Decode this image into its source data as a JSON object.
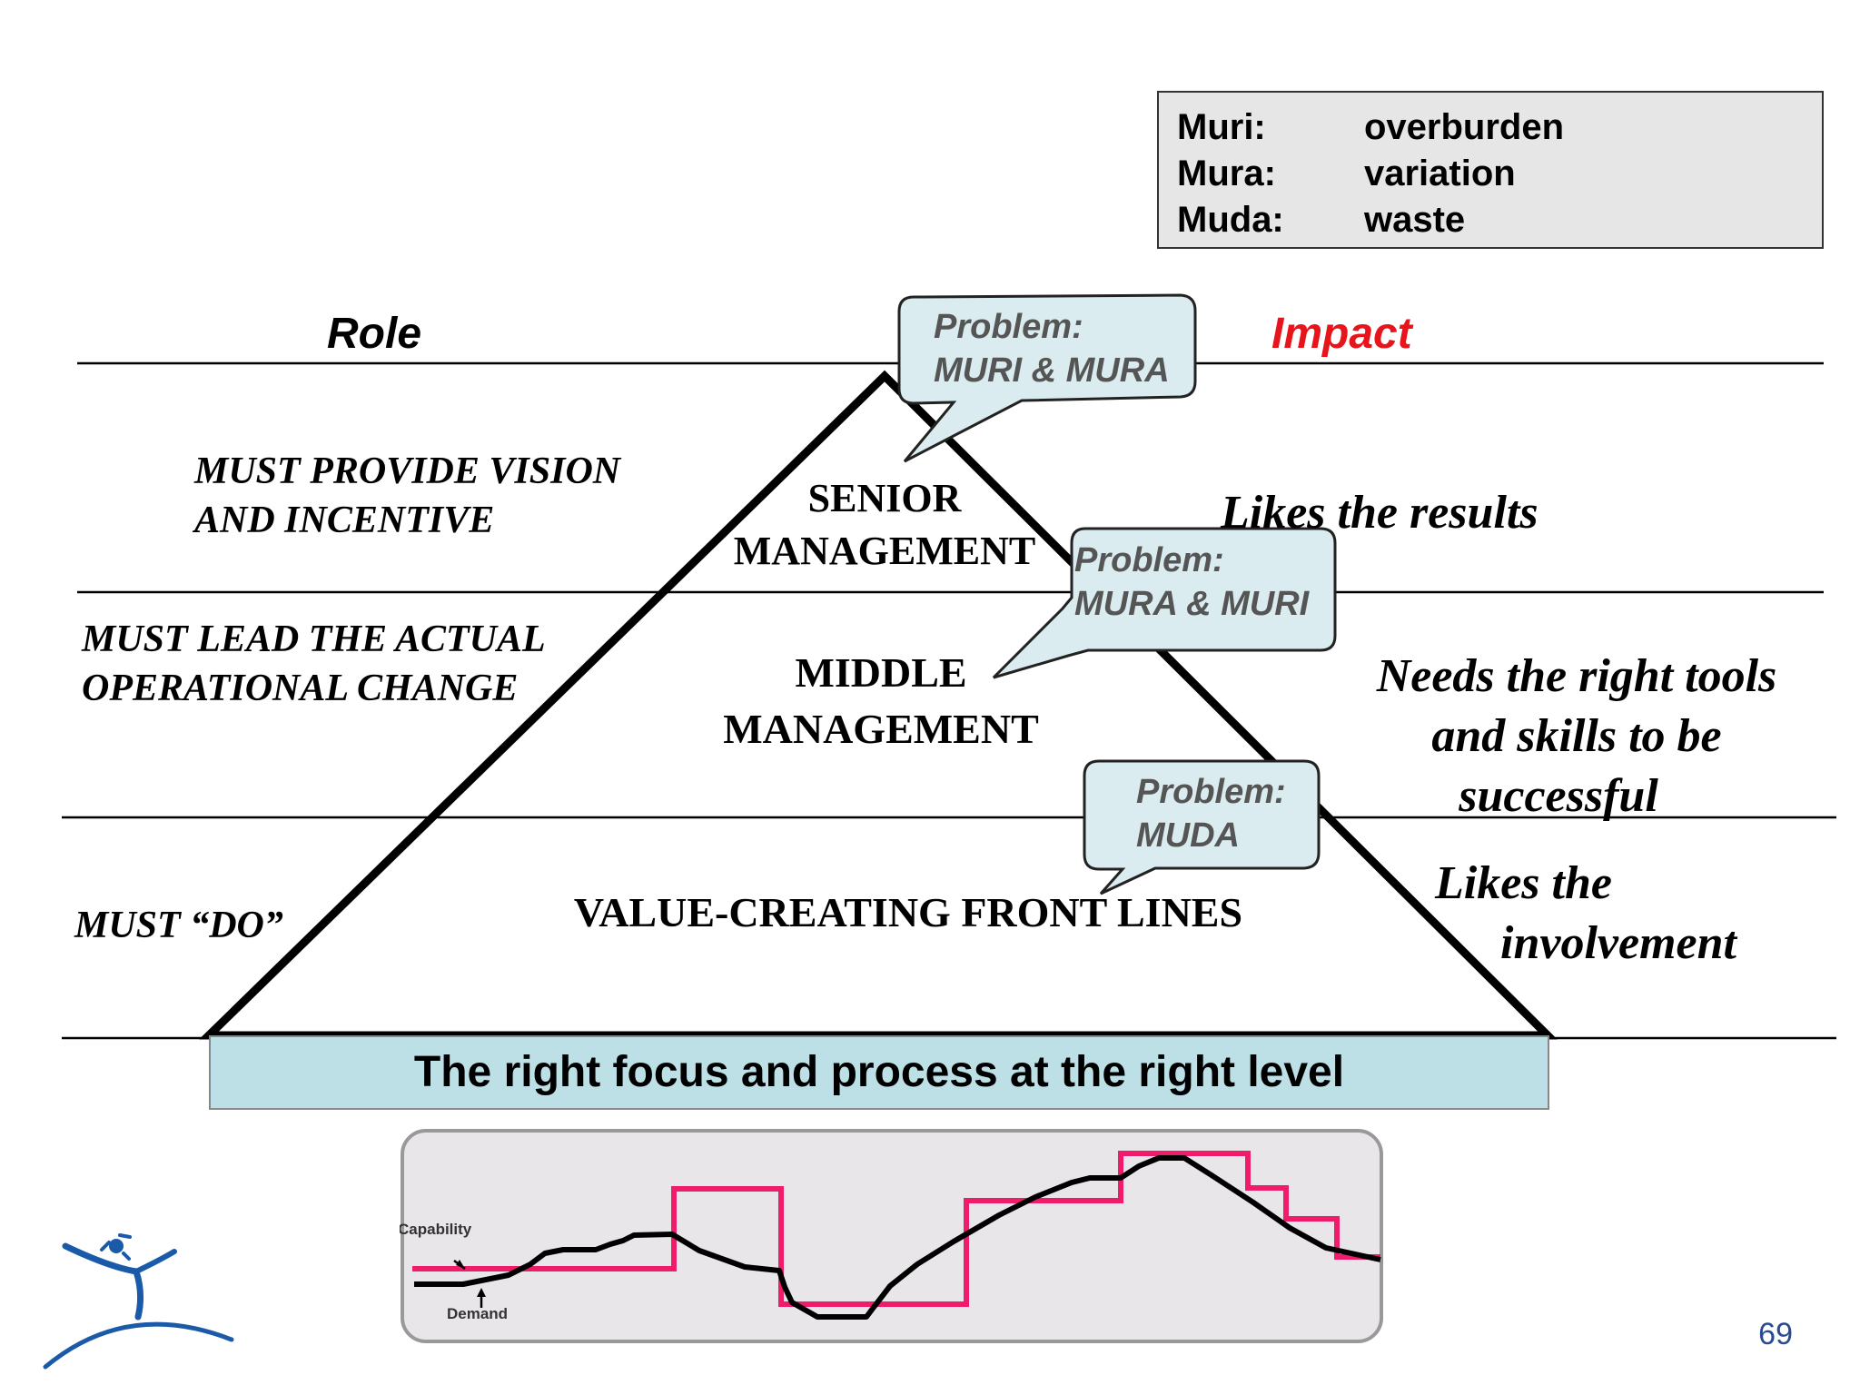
{
  "legend": {
    "rows": [
      {
        "term": "Muri:",
        "definition": "overburden"
      },
      {
        "term": "Mura:",
        "definition": "variation"
      },
      {
        "term": "Muda:",
        "definition": "waste"
      }
    ]
  },
  "headers": {
    "role": "Role",
    "impact": "Impact",
    "impact_color": "#e8141b"
  },
  "roles": {
    "senior": [
      "MUST PROVIDE VISION",
      "AND INCENTIVE"
    ],
    "middle": [
      "MUST LEAD THE ACTUAL",
      "OPERATIONAL CHANGE"
    ],
    "front": [
      "MUST “DO”"
    ]
  },
  "levels": {
    "senior": [
      "SENIOR",
      "MANAGEMENT"
    ],
    "middle": [
      "MIDDLE",
      "MANAGEMENT"
    ],
    "front": [
      "VALUE-CREATING FRONT  LINES"
    ]
  },
  "impacts": {
    "senior": [
      "Likes the results"
    ],
    "middle": [
      "Needs the right tools",
      "and skills to be",
      "successful"
    ],
    "front": [
      "Likes the",
      "involvement"
    ]
  },
  "bubbles": {
    "senior": [
      "Problem:",
      "MURI & MURA"
    ],
    "middle": [
      "Problem:",
      "MURA & MURI"
    ],
    "front": [
      "Problem:",
      "MUDA"
    ],
    "fill": "#daecef"
  },
  "focus_bar": {
    "text": "The right focus and process at the right level",
    "color": "#bde0e6"
  },
  "inset": {
    "capability_label": "Capability",
    "demand_label": "Demand",
    "capability_color": "#ee1c6a",
    "demand_color": "#000000"
  },
  "logo": {
    "icon": "runner-logo-icon",
    "color": "#1b5aa8"
  },
  "page_number": "69"
}
